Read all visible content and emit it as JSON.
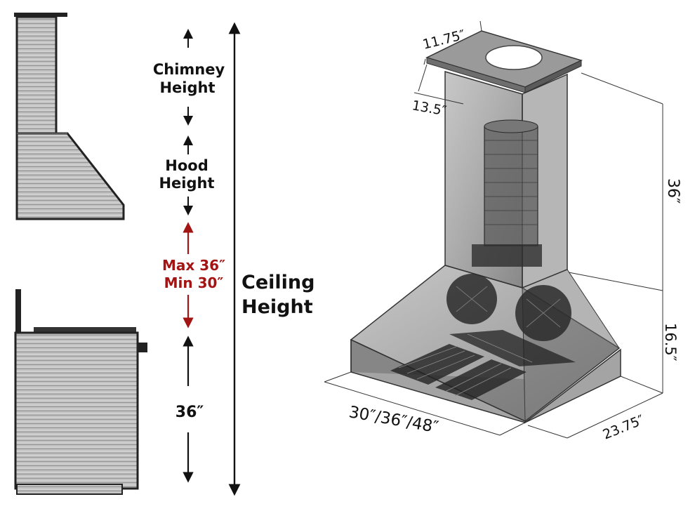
{
  "labels": {
    "chimney": [
      "Chimney",
      "Height"
    ],
    "hood": [
      "Hood",
      "Height"
    ],
    "clearance": [
      "Max 36″",
      "Min 30″"
    ],
    "ceiling": [
      "Ceiling",
      "Height"
    ],
    "counter": "36″"
  },
  "dimensions": {
    "top_width": "11.75″",
    "top_depth": "13.5″",
    "chimney_height": "36″",
    "hood_height": "16.5″",
    "width": "30″/36″/48″",
    "depth": "23.75″"
  },
  "colors": {
    "accent_red": "#a31414",
    "steel": "#6b6b6b",
    "ink": "#111111"
  }
}
